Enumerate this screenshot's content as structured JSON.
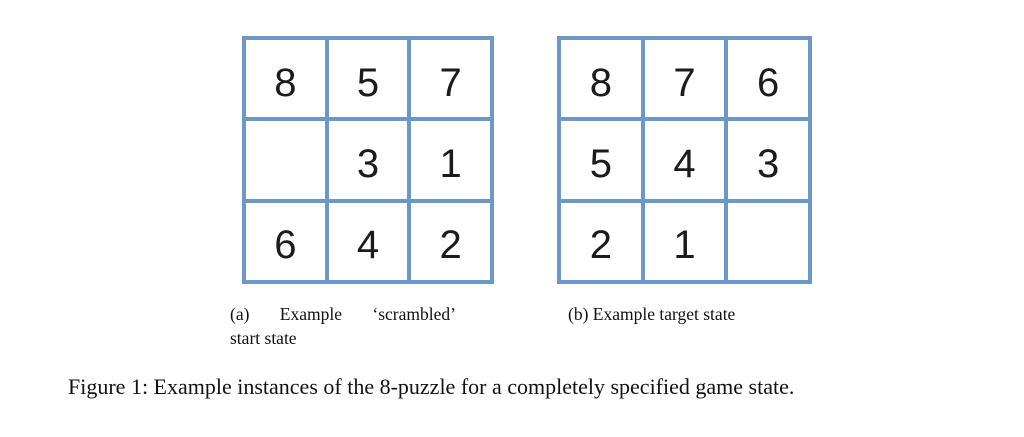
{
  "figure_caption": "Figure 1: Example instances of the 8-puzzle for a completely specified game state.",
  "grids": [
    {
      "label": "a",
      "cells": [
        "8",
        "5",
        "7",
        "",
        "3",
        "1",
        "6",
        "4",
        "2"
      ],
      "caption_line1": "(a) Example ‘scrambled’",
      "caption_line2": "start state"
    },
    {
      "label": "b",
      "cells": [
        "8",
        "7",
        "6",
        "5",
        "4",
        "3",
        "2",
        "1",
        ""
      ],
      "caption": "(b) Example target state"
    }
  ],
  "colors": {
    "grid_blue": "#6d97c7",
    "digit": "#1b1b1b",
    "text": "#111111"
  }
}
